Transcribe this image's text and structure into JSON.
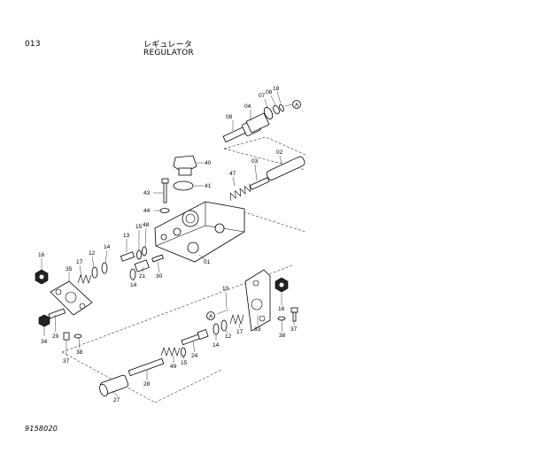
{
  "header": {
    "section_code": "013",
    "title_jp": "レギュレータ",
    "title_en": "REGULATOR"
  },
  "figure_code": "9158020",
  "callouts": [
    {
      "id": "p08a",
      "label": "08"
    },
    {
      "id": "p04",
      "label": "04"
    },
    {
      "id": "p07",
      "label": "07"
    },
    {
      "id": "p08b",
      "label": "08"
    },
    {
      "id": "p18",
      "label": "18"
    },
    {
      "id": "pA1",
      "label": "A"
    },
    {
      "id": "p02",
      "label": "02"
    },
    {
      "id": "p03",
      "label": "03"
    },
    {
      "id": "p47",
      "label": "47"
    },
    {
      "id": "p40",
      "label": "40"
    },
    {
      "id": "p41",
      "label": "41"
    },
    {
      "id": "p43",
      "label": "43"
    },
    {
      "id": "p44",
      "label": "44"
    },
    {
      "id": "p01",
      "label": "01"
    },
    {
      "id": "p48",
      "label": "48"
    },
    {
      "id": "p15a",
      "label": "15"
    },
    {
      "id": "p13",
      "label": "13"
    },
    {
      "id": "p14a",
      "label": "14"
    },
    {
      "id": "p12a",
      "label": "12"
    },
    {
      "id": "p17a",
      "label": "17"
    },
    {
      "id": "p16a",
      "label": "16"
    },
    {
      "id": "p35",
      "label": "35"
    },
    {
      "id": "p21",
      "label": "21"
    },
    {
      "id": "p14b",
      "label": "14"
    },
    {
      "id": "p30",
      "label": "30"
    },
    {
      "id": "p29",
      "label": "29"
    },
    {
      "id": "p34",
      "label": "34"
    },
    {
      "id": "p37a",
      "label": "37"
    },
    {
      "id": "p38a",
      "label": "38"
    },
    {
      "id": "p10",
      "label": "10"
    },
    {
      "id": "pA2",
      "label": "A"
    },
    {
      "id": "p14c",
      "label": "14"
    },
    {
      "id": "p12b",
      "label": "12"
    },
    {
      "id": "p17b",
      "label": "17"
    },
    {
      "id": "p33",
      "label": "33"
    },
    {
      "id": "p16b",
      "label": "16"
    },
    {
      "id": "p38b",
      "label": "38"
    },
    {
      "id": "p37b",
      "label": "37"
    },
    {
      "id": "p49",
      "label": "49"
    },
    {
      "id": "p15b",
      "label": "15"
    },
    {
      "id": "p24",
      "label": "24"
    },
    {
      "id": "p28",
      "label": "28"
    },
    {
      "id": "p27",
      "label": "27"
    }
  ]
}
